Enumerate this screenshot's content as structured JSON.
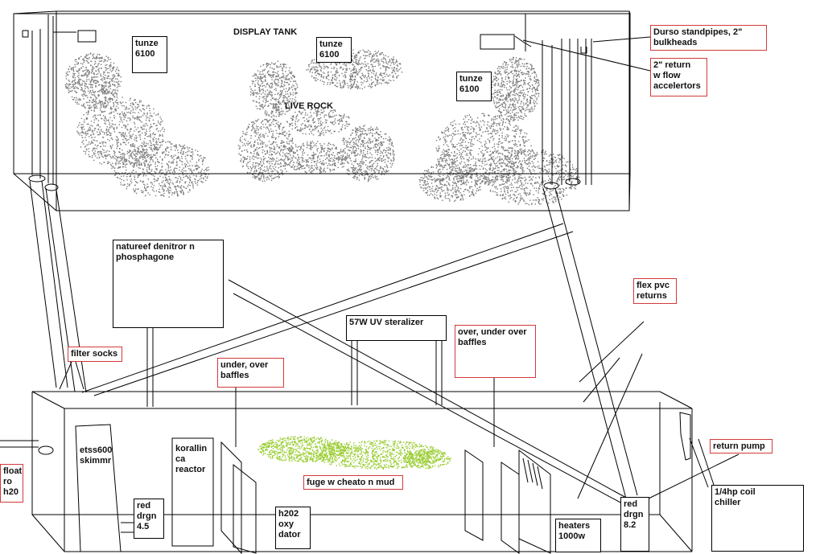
{
  "labels": {
    "display_tank": "DISPLAY TANK",
    "tunze_left": "tunze\n6100",
    "tunze_mid": "tunze\n6100",
    "tunze_right": "tunze\n6100",
    "live_rock": "LIVE ROCK",
    "durso": "Durso standpipes, 2\"\nbulkheads",
    "return_accel": "2\" return\nw flow\naccelertors",
    "natureef": "natureef denitror n\nphosphagone",
    "uv": "57W UV steralizer",
    "flex_pvc": "flex pvc\nreturns",
    "filter_socks": "filter socks",
    "under_over": "under, over\nbaffles",
    "over_under_over": "over, under over\nbaffles",
    "skimmer": "etss600\nskimmr",
    "korallin": "korallin\nca\nreactor",
    "fuge": "fuge w cheato n mud",
    "float_ro": "float\nro\nh20",
    "red_drgn_small": "red\ndrgn\n4.5",
    "h2o2": "h202\noxy\ndator",
    "heaters": "heaters\n1000w",
    "red_drgn_large": "red\ndrgn\n8.2",
    "return_pump": "return pump",
    "chiller": "1/4hp coil\nchiller"
  },
  "colors": {
    "line": "#000000",
    "red_border": "#d23a3a",
    "rock_stipple": "#7a7a7a",
    "chaeto_stipple": "#9acd32"
  }
}
